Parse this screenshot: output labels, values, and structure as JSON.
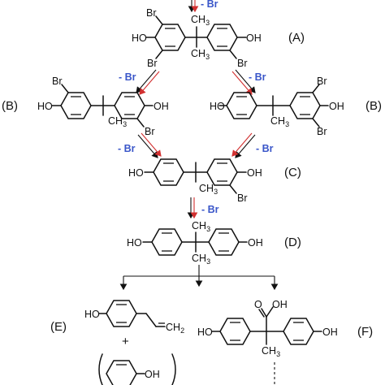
{
  "step_label": "- Br",
  "atoms": {
    "br": "Br",
    "ho": "HO",
    "oh": "OH",
    "ch3": "CH3",
    "ch2": "CH2",
    "o": "O",
    "h": "H"
  },
  "compound_labels": {
    "a": "(A)",
    "b_left": "(B)",
    "b_right": "(B)",
    "c": "(C)",
    "d": "(D)",
    "e": "(E)",
    "f": "(F)"
  },
  "plus": "+",
  "colors": {
    "step": "#3a56c9",
    "arrow_red": "#d23030",
    "ink": "#111111"
  }
}
